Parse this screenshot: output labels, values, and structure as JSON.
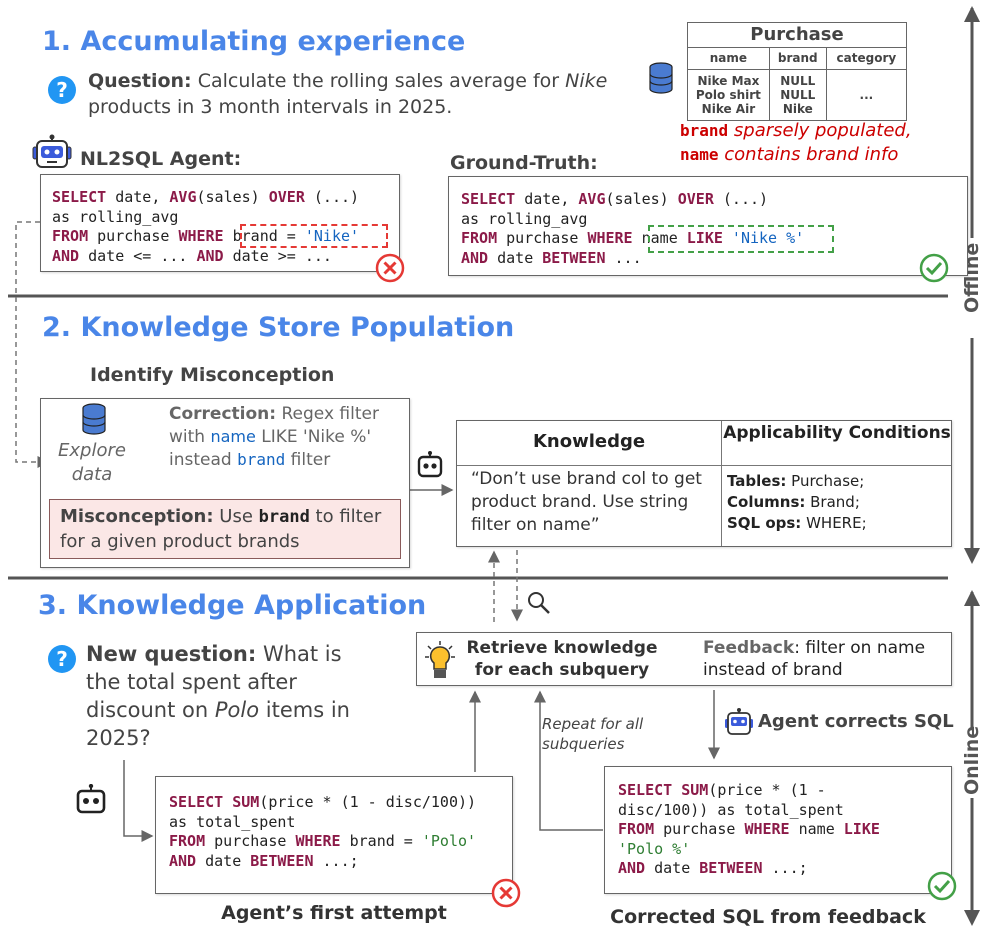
{
  "sections": {
    "s1_title": "1. Accumulating experience",
    "s2_title": "2. Knowledge Store Population",
    "s3_title": "3. Knowledge Application"
  },
  "side_labels": {
    "offline": "Offline",
    "online": "Online"
  },
  "q1": {
    "label": "Question:",
    "text_a": " Calculate the rolling sales average for ",
    "text_nike": "Nike",
    "text_b": " products in 3 month intervals in 2025."
  },
  "purchase_table": {
    "title": "Purchase",
    "headers": [
      "name",
      "brand",
      "category"
    ],
    "names": [
      "Nike Max",
      "Polo shirt",
      "Nike Air"
    ],
    "brands": [
      "NULL",
      "NULL",
      "Nike"
    ],
    "category": "..."
  },
  "note": {
    "brand_word": "brand",
    "brand_rest": " sparsely populated,",
    "name_word": "name",
    "name_rest": " contains brand info"
  },
  "agent_label": "NL2SQL Agent:",
  "gt_label": "Ground-Truth:",
  "agent_sql": {
    "l1a": "SELECT",
    "l1b": " date, ",
    "l1c": "AVG",
    "l1d": "(sales) ",
    "l1e": "OVER",
    "l1f": " (...)",
    "l2": "as rolling_avg",
    "l3a": "FROM",
    "l3b": " purchase ",
    "l3c": "WHERE",
    "l3d": " brand = ",
    "l3e": "'Nike'",
    "l4a": "AND",
    "l4b": " date <= ... ",
    "l4c": "AND",
    "l4d": " date >= ..."
  },
  "gt_sql": {
    "l1a": "SELECT",
    "l1b": " date, ",
    "l1c": "AVG",
    "l1d": "(sales) ",
    "l1e": "OVER",
    "l1f": " (...)",
    "l2": "as rolling_avg",
    "l3a": "FROM",
    "l3b": " purchase ",
    "l3c": "WHERE",
    "l3d": " name ",
    "l3e": "LIKE",
    "l3f": " 'Nike %'",
    "l4a": "AND",
    "l4b": " date ",
    "l4c": "BETWEEN",
    "l4d": " ..."
  },
  "identify_label": "Identify Misconception",
  "explore": "Explore data",
  "correction": {
    "label": "Correction:",
    "t1": " Regex filter with ",
    "name_kw": "name",
    "t2": " LIKE 'Nike %' instead ",
    "brand_kw": "brand",
    "t3": " filter"
  },
  "misconception": {
    "label": "Misconception:",
    "t1": " Use ",
    "brand_kw": "brand",
    "t2": " to filter for a given product brands"
  },
  "knowledge": {
    "header": "Knowledge",
    "cond_header": "Applicability Conditions",
    "text": "“Don’t use brand col to get product brand. Use string filter on name”",
    "tables_label": "Tables:",
    "tables_val": " Purchase;",
    "columns_label": "Columns:",
    "columns_val": " Brand;",
    "ops_label": "SQL ops:",
    "ops_val": " WHERE;"
  },
  "q2": {
    "label": "New question:",
    "t1": " What is the total spent after discount on ",
    "polo": "Polo",
    "t2": " items in 2025?"
  },
  "retrieve": "Retrieve knowledge for each subquery",
  "feedback": {
    "label": "Feedback",
    "text": ": filter on name instead of brand"
  },
  "repeat": "Repeat for all subqueries",
  "agent_corrects": "Agent corrects SQL",
  "first_sql": {
    "l1a": "SELECT",
    "l1b": " ",
    "l1c": "SUM",
    "l1d": "(price * (1 - disc/100))",
    "l2": "as total_spent",
    "l3a": "FROM",
    "l3b": " purchase ",
    "l3c": "WHERE",
    "l3d": " brand = ",
    "l3e": "'Polo'",
    "l4a": "AND",
    "l4b": " date ",
    "l4c": "BETWEEN",
    "l4d": " ...;"
  },
  "corrected_sql": {
    "l1a": "SELECT",
    "l1b": " ",
    "l1c": "SUM",
    "l1d": "(price * (1 -",
    "l2": "disc/100)) as total_spent",
    "l3a": "FROM",
    "l3b": " purchase ",
    "l3c": "WHERE",
    "l3d": " name ",
    "l3e": "LIKE",
    "l4": "'Polo %'",
    "l5a": "AND",
    "l5b": " date ",
    "l5c": "BETWEEN",
    "l5d": " ...;"
  },
  "first_caption": "Agent’s first attempt",
  "corrected_caption": "Corrected SQL from feedback",
  "colors": {
    "accent": "#4a86e8",
    "keyword": "#8b1a48",
    "error": "#e53935",
    "ok": "#43a047",
    "string": "#2e7d32"
  }
}
